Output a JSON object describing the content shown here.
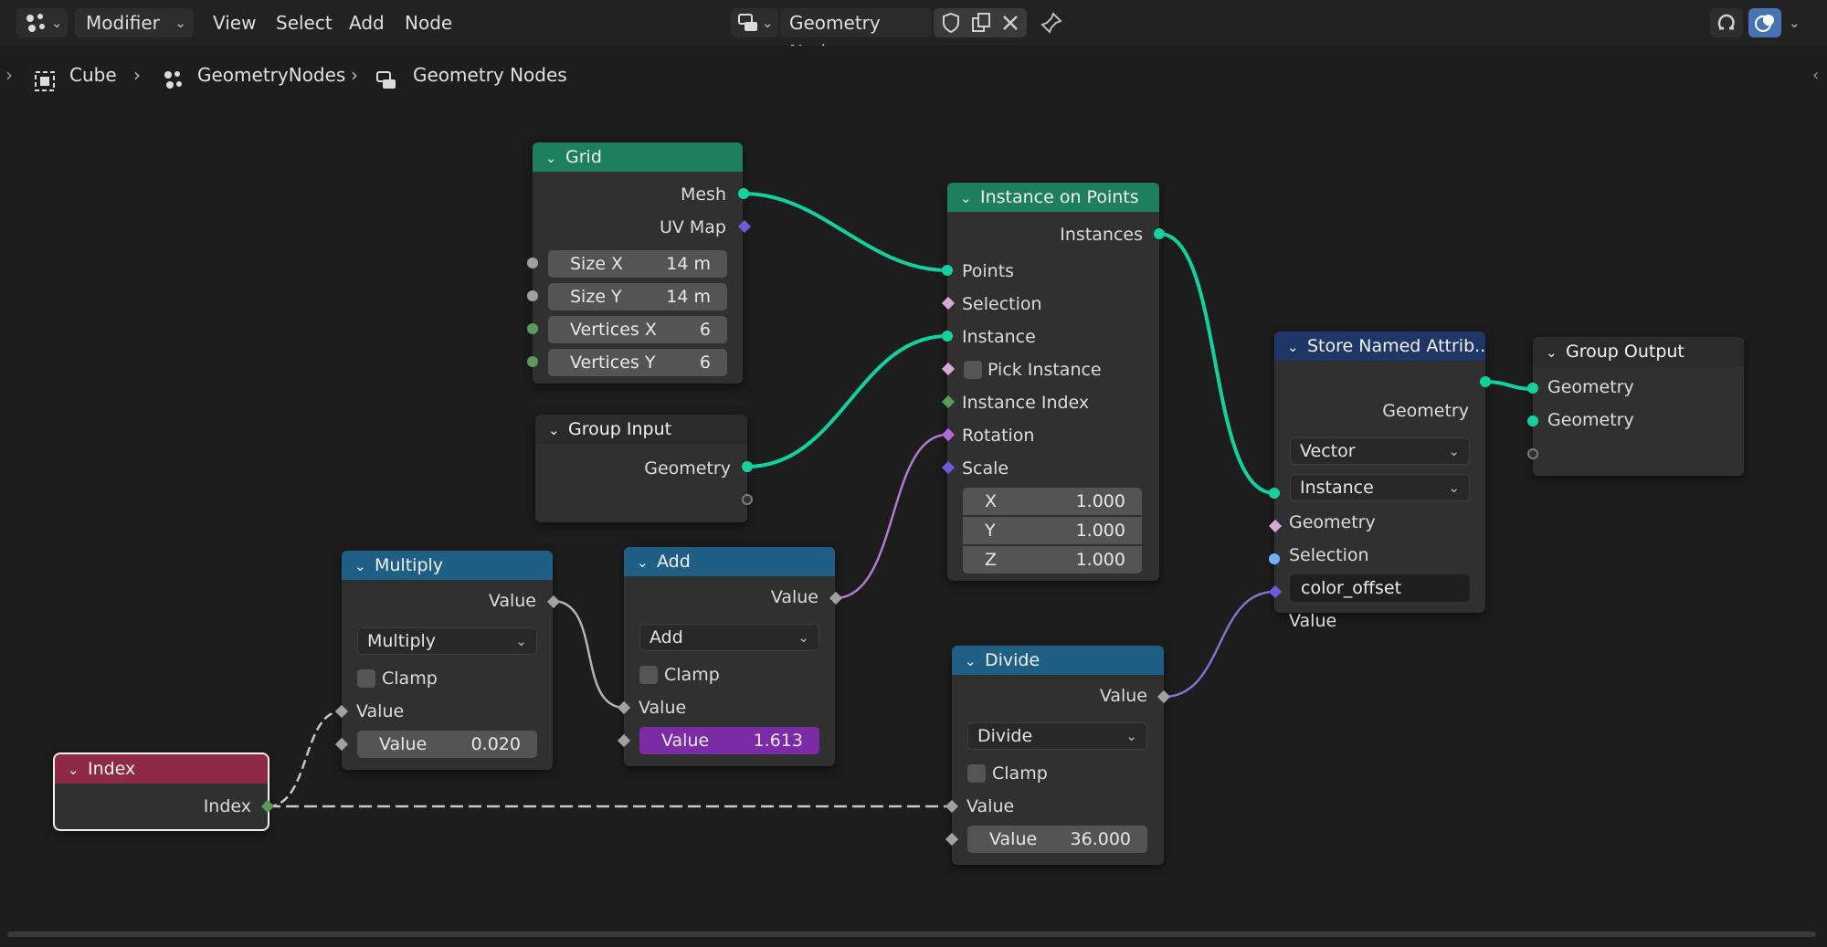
{
  "header": {
    "editor_type_icon": "node-editor-icon",
    "mode": "Modifier",
    "menus": [
      "View",
      "Select",
      "Add",
      "Node"
    ],
    "tree_icon": "node-tree-icon",
    "tree_name": "Geometry Nodes",
    "icons": [
      "shield-icon",
      "duplicate-icon",
      "close-icon",
      "pin-icon",
      "overlay-icon",
      "snap-icon"
    ]
  },
  "breadcrumb": {
    "object": "Cube",
    "modifier": "GeometryNodes",
    "tree": "Geometry Nodes"
  },
  "colors": {
    "geometry_header": "#1e7f5e",
    "converter_header": "#1f5f86",
    "input_header": "#8f2a43",
    "attribute_header": "#1e3766",
    "output_header": "#2e2e2e",
    "geometry_socket": "#12d1a1",
    "float_socket": "#a1a1a1",
    "int_socket": "#5a9a5a",
    "vector_socket": "#6e5bd8",
    "bool_socket": "#d8a9d8",
    "rotation_socket": "#b368d8",
    "string_socket": "#70b2ff",
    "highlight_field": "#7b2ba5"
  },
  "nodes": {
    "grid": {
      "title": "Grid",
      "outputs": [
        "Mesh",
        "UV Map"
      ],
      "fields": [
        {
          "label": "Size X",
          "value": "14 m"
        },
        {
          "label": "Size Y",
          "value": "14 m"
        },
        {
          "label": "Vertices X",
          "value": "6"
        },
        {
          "label": "Vertices Y",
          "value": "6"
        }
      ]
    },
    "group_input": {
      "title": "Group Input",
      "outputs": [
        "Geometry"
      ]
    },
    "instance_on_points": {
      "title": "Instance on Points",
      "outputs": [
        "Instances"
      ],
      "inputs": [
        "Points",
        "Selection",
        "Instance",
        "Pick Instance",
        "Instance Index",
        "Rotation",
        "Scale"
      ],
      "scale": [
        {
          "label": "X",
          "value": "1.000"
        },
        {
          "label": "Y",
          "value": "1.000"
        },
        {
          "label": "Z",
          "value": "1.000"
        }
      ]
    },
    "store_named_attribute": {
      "title": "Store Named Attrib...",
      "outputs": [
        "Geometry"
      ],
      "data_type": "Vector",
      "domain": "Instance",
      "inputs": [
        "Geometry",
        "Selection",
        "Value"
      ],
      "name_value": "color_offset"
    },
    "group_output": {
      "title": "Group Output",
      "inputs": [
        "Geometry",
        "Geometry"
      ]
    },
    "multiply": {
      "title": "Multiply",
      "output": "Value",
      "operation": "Multiply",
      "clamp": "Clamp",
      "input_label": "Value",
      "field": {
        "label": "Value",
        "value": "0.020"
      }
    },
    "add": {
      "title": "Add",
      "output": "Value",
      "operation": "Add",
      "clamp": "Clamp",
      "input_label": "Value",
      "field": {
        "label": "Value",
        "value": "1.613"
      }
    },
    "divide": {
      "title": "Divide",
      "output": "Value",
      "operation": "Divide",
      "clamp": "Clamp",
      "input_label": "Value",
      "field": {
        "label": "Value",
        "value": "36.000"
      }
    },
    "index": {
      "title": "Index",
      "output": "Index"
    }
  }
}
